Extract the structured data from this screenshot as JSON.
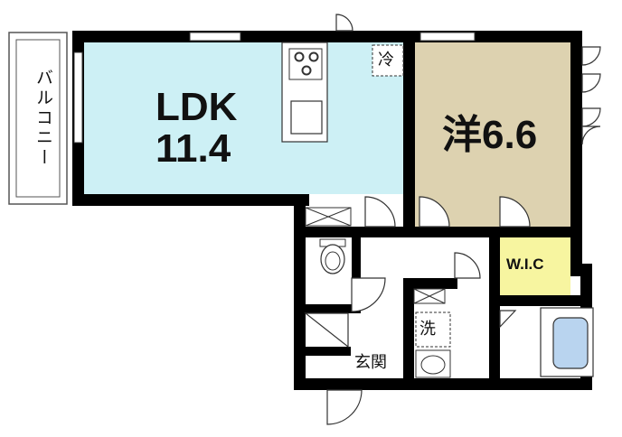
{
  "floorplan": {
    "rooms": {
      "ldk": {
        "name": "LDK",
        "size": "11.4",
        "color": "#cdf0f5"
      },
      "western": {
        "name": "洋6.6",
        "color": "#ddd2b0"
      },
      "wic": {
        "name": "W.I.C",
        "color": "#f7f5a0"
      }
    },
    "labels": {
      "balcony": "バルコニー",
      "fridge": "冷",
      "washer": "洗",
      "entrance": "玄関"
    },
    "colors": {
      "wall": "#000000",
      "bath": "#b9d4ef",
      "fixture": "#ffffff"
    }
  }
}
